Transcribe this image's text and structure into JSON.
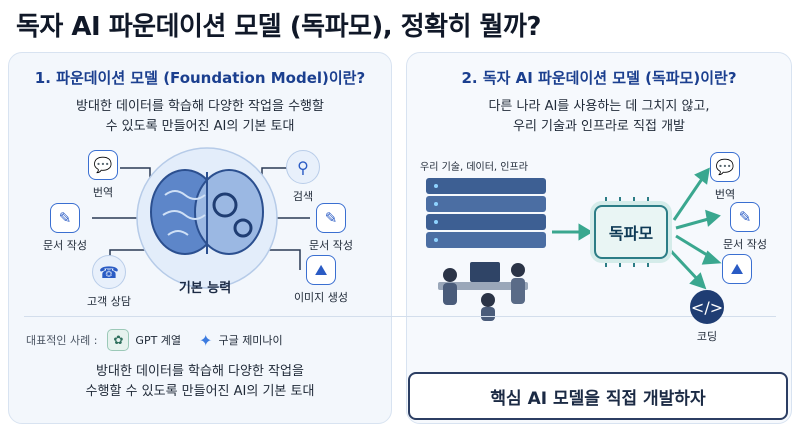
{
  "title": "독자 AI 파운데이션 모델 (독파모), 정확히 뭘까?",
  "left": {
    "heading": "1. 파운데이션 모델 (Foundation Model)이란?",
    "desc_line1": "방대한 데이터를 학습해 다양한 작업을 수행할",
    "desc_line2": "수 있도록 만들어진 AI의 기본 토대",
    "center_label": "기본 능력",
    "nodes": {
      "translate": "번역",
      "search": "검색",
      "doc_left": "문서 작성",
      "doc_right": "문서 작성",
      "consult": "고객 상담",
      "image": "이미지 생성"
    },
    "examples_label": "대표적인 사례 :",
    "example1": "GPT 계열",
    "example2": "구글 제미나이",
    "bottom_line1": "방대한 데이터를 학습해 다양한 작업을",
    "bottom_line2": "수행할 수 있도록 만들어진 AI의 기본 토대"
  },
  "right": {
    "heading": "2. 독자 AI 파운데이션 모델 (독파모)이란?",
    "desc_line1": "다른 나라 AI를 사용하는 데 그치지 않고,",
    "desc_line2": "우리 기술과 인프라로 직접 개발",
    "data_label": "우리 기술, 데이터, 인프라",
    "chip_label": "독파모",
    "outputs": {
      "translate": "번역",
      "doc": "문서 작성",
      "coding": "코딩"
    },
    "cta": "핵심 AI 모델을 직접 개발하자"
  },
  "colors": {
    "accent": "#1b3f8f",
    "teal": "#2c7d86",
    "arrow": "#3aa78f"
  }
}
